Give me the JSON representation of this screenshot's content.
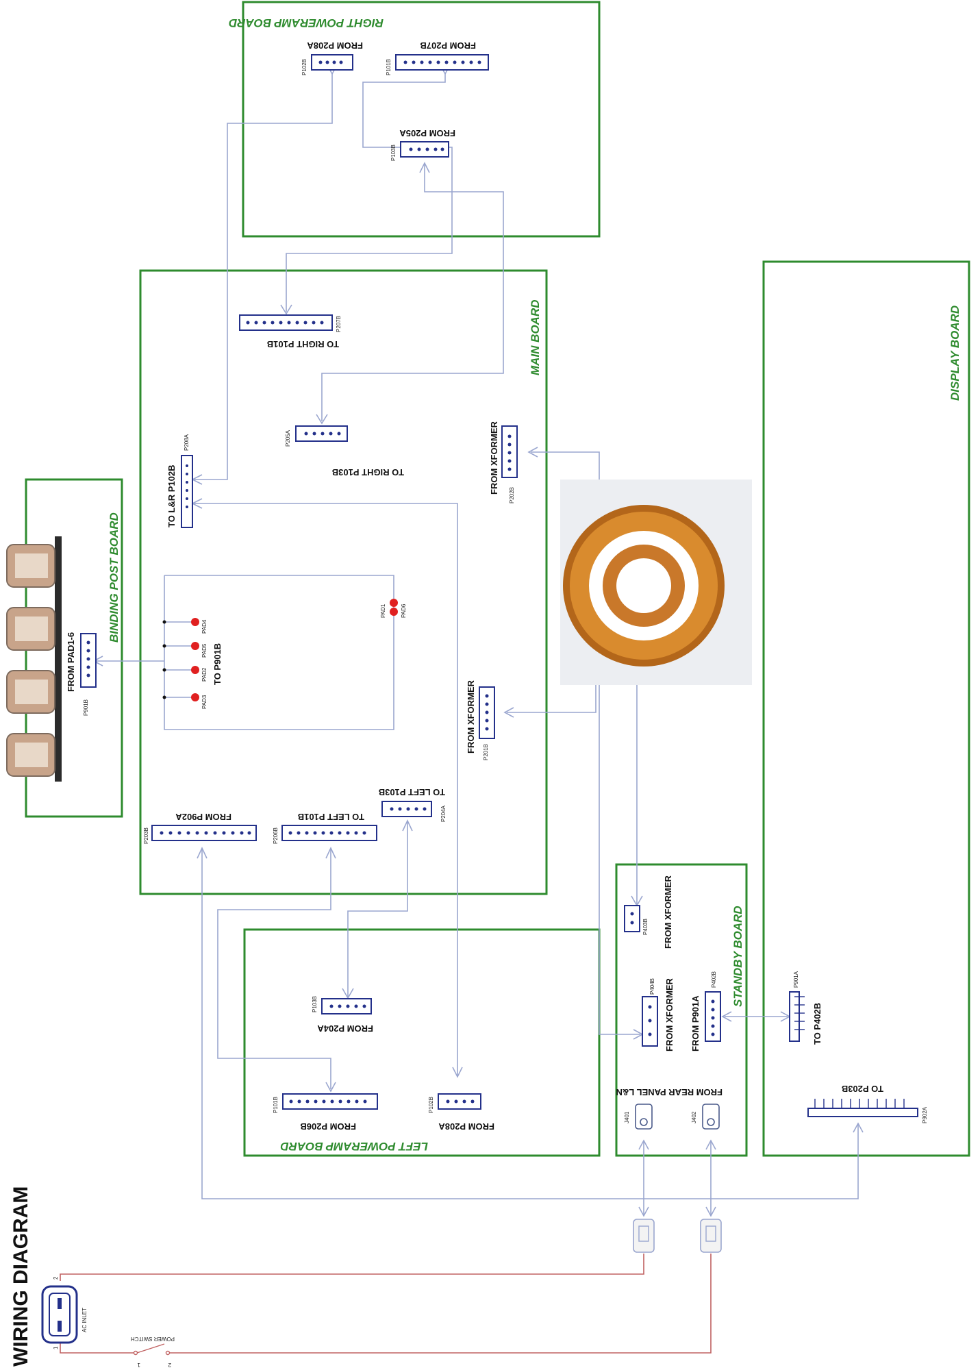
{
  "title": "WIRING DIAGRAM",
  "boards": {
    "right_powerramp": "RIGHT POWERAMP BOARD",
    "main": "MAIN BOARD",
    "display": "DISPLAY BOARD",
    "binding_post": "BINDING POST BOARD",
    "left_powerramp": "LEFT POWERAMP BOARD",
    "standby": "STANDBY BOARD"
  },
  "right_board": {
    "p102b": {
      "ref": "P102B",
      "label": "FROM P208A"
    },
    "p101b": {
      "ref": "P101B",
      "label": "FROM P207B"
    },
    "p103b": {
      "ref": "P103B",
      "label": "FROM P205A"
    }
  },
  "main_board": {
    "p207b": {
      "ref": "P207B",
      "label": "TO RIGHT P101B"
    },
    "p205a": {
      "ref": "P205A",
      "label": "TO RIGHT P103B"
    },
    "p208a": {
      "ref": "P208A",
      "label": "TO L&R P102B"
    },
    "p202b": {
      "ref": "P202B",
      "label": "FROM XFORMER"
    },
    "p201b": {
      "ref": "P201B",
      "label": "FROM XFORMER"
    },
    "p203b": {
      "ref": "P203B",
      "label": "FROM P902A"
    },
    "p206b": {
      "ref": "P206B",
      "label": "TO LEFT P101B"
    },
    "p204a": {
      "ref": "P204A",
      "label": "TO LEFT P103B"
    },
    "to_p901b": "TO P901B",
    "pads_left": [
      "PAD3",
      "PAD2",
      "PAD5",
      "PAD4"
    ],
    "pads_right": [
      "PAD1",
      "PAD6"
    ]
  },
  "binding_board": {
    "p901b": {
      "ref": "P901B",
      "label": "FROM PAD1-6"
    }
  },
  "left_board": {
    "p103b": {
      "ref": "P103B",
      "label": "FROM P204A"
    },
    "p101b": {
      "ref": "P101B",
      "label": "FROM P206B"
    },
    "p102b": {
      "ref": "P102B",
      "label": "FROM P208A"
    }
  },
  "standby_board": {
    "p403b": {
      "ref": "P403B",
      "label": "FROM XFORMER"
    },
    "p404b": {
      "ref": "P404B",
      "label": "FROM XFORMER"
    },
    "p402b": {
      "ref": "P402B",
      "label": "FROM P901A"
    },
    "rear": "FROM REAR PANEL L&N",
    "j401": "J401",
    "j402": "J402"
  },
  "display_board": {
    "p901a": {
      "ref": "P901A",
      "label": "TO P402B"
    },
    "p902a": {
      "ref": "P902A",
      "label": "TO P203B"
    }
  },
  "ac": {
    "inlet": "AC INLET",
    "switch": "POWER SWITCH",
    "pin1": "1",
    "pin2": "2"
  }
}
